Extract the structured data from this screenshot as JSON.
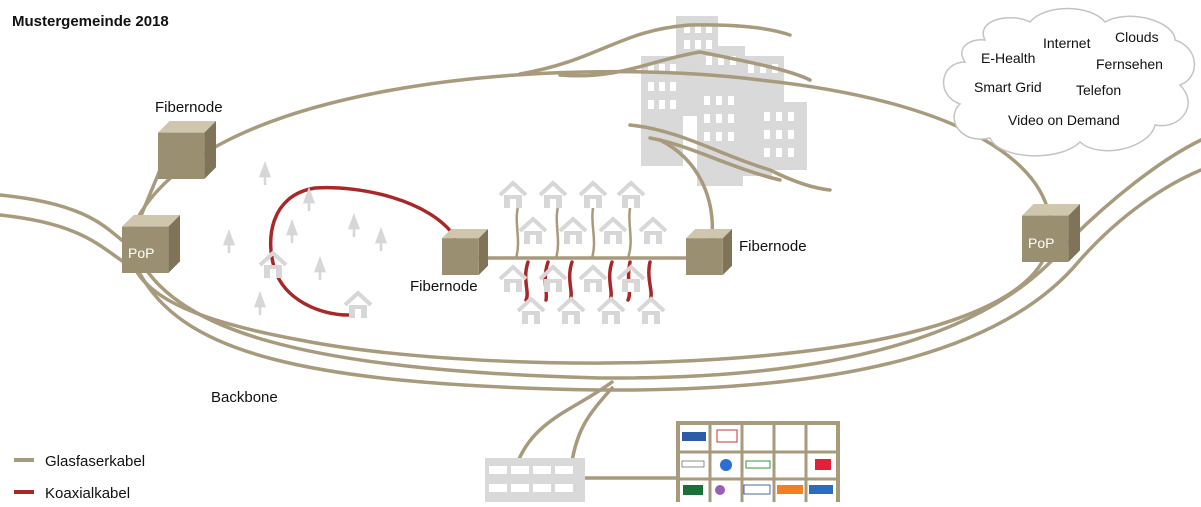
{
  "title": "Mustergemeinde 2018",
  "labels": {
    "fibernode_top": "Fibernode",
    "fibernode_center": "Fibernode",
    "fibernode_right": "Fibernode",
    "pop": "PoP",
    "backbone": "Backbone"
  },
  "cloud": {
    "services": [
      "Internet",
      "Clouds",
      "E-Health",
      "Fernsehen",
      "Smart Grid",
      "Telefon",
      "Video on Demand"
    ]
  },
  "legend": [
    {
      "label": "Glasfaserkabel",
      "color": "#a89a7c"
    },
    {
      "label": "Koaxialkabel",
      "color": "#a8282a"
    }
  ],
  "colors": {
    "fiber": "#a89a7c",
    "coax": "#a8282a",
    "node": "#9b8f72",
    "building": "#d9d9d9",
    "tv_grid": "#a89a7c"
  },
  "icons": [
    "fibernode-cube-icon",
    "pop-cube-icon",
    "tree-icon",
    "house-icon",
    "office-building-icon",
    "cloud-icon",
    "tv-channel-logo-icon"
  ]
}
